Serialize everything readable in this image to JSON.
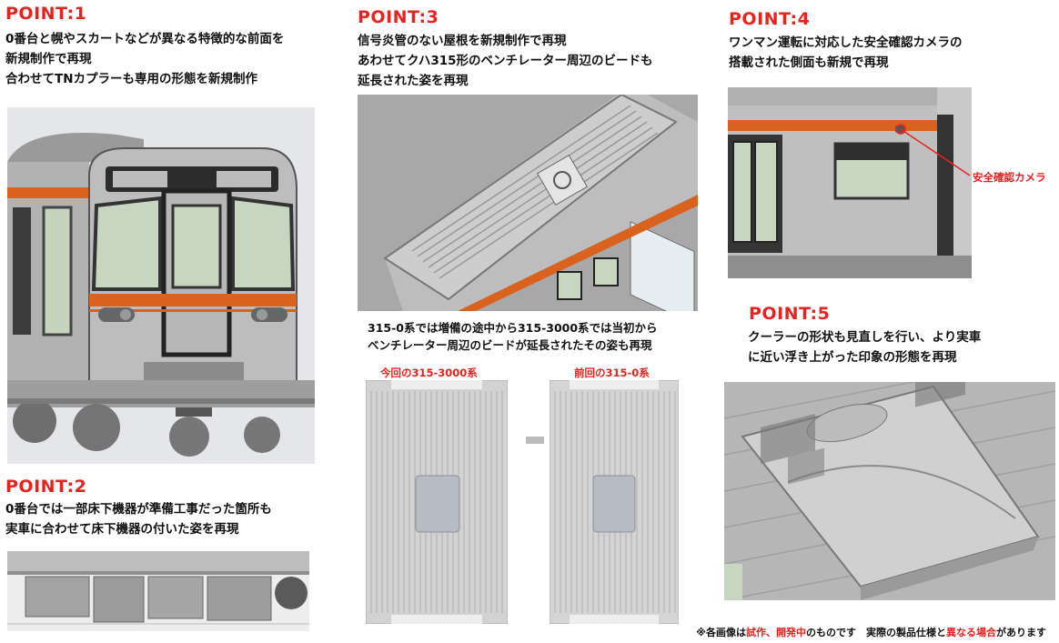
{
  "points": [
    {
      "title": "POINT:1",
      "lines": [
        "0番台と幌やスカートなどが異なる特徴的な前面を",
        "新規制作で再現",
        "合わせてTNカプラーも専用の形態を新規制作"
      ]
    },
    {
      "title": "POINT:2",
      "lines": [
        "0番台では一部床下機器が準備工事だった箇所も",
        "実車に合わせて床下機器の付いた姿を再現"
      ]
    },
    {
      "title": "POINT:3",
      "lines": [
        "信号炎管のない屋根を新規制作で再現",
        "あわせてクハ315形のベンチレーター周辺のビードも",
        "延長された姿を再現"
      ],
      "caption": [
        "315-0系では増備の途中から315-3000系では当初から",
        "ベンチレーター周辺のビードが延長されたその姿も再現"
      ],
      "compare_labels": [
        "今回の315-3000系",
        "前回の315-0系"
      ]
    },
    {
      "title": "POINT:4",
      "lines": [
        "ワンマン運転に対応した安全確認カメラの",
        "搭載された側面も新規で再現"
      ],
      "callout": "安全確認カメラ"
    },
    {
      "title": "POINT:5",
      "lines": [
        "クーラーの形状も見直しを行い、より実車",
        "に近い浮き上がった印象の形態を再現"
      ]
    }
  ],
  "footer": {
    "prefix": "※各画像は",
    "highlight1": "試作、開発中",
    "middle": "のものです　実際の製品仕様と",
    "highlight2": "異なる場合",
    "suffix": "があります"
  },
  "colors": {
    "accent_red": "#e8221f",
    "train_orange": "#d9621e",
    "render_grey": "#b9b9b9",
    "window_green": "#c7d6c0"
  }
}
